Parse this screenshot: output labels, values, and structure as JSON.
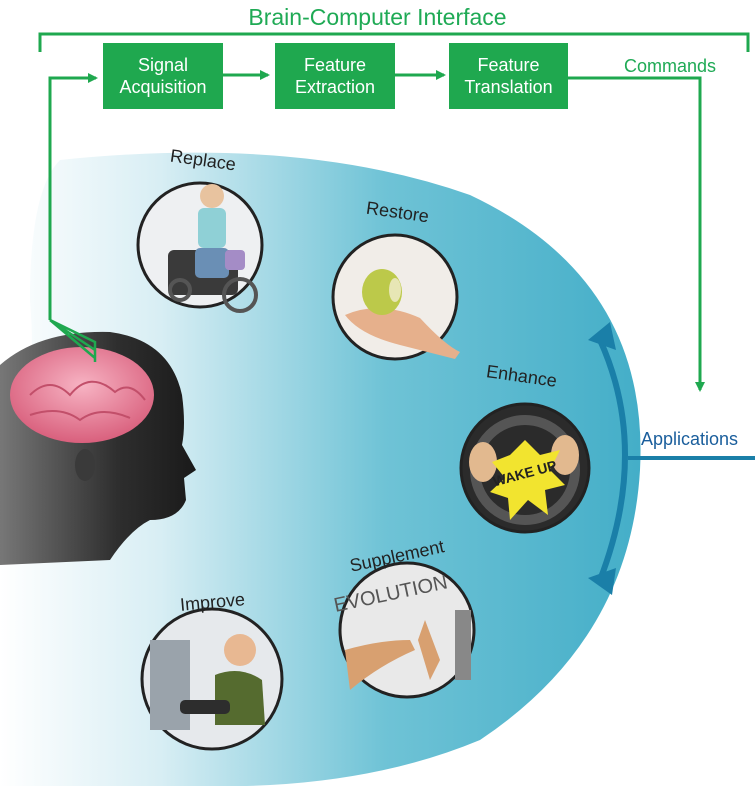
{
  "title": "Brain-Computer Interface",
  "pipeline": {
    "boxes": [
      {
        "line1": "Signal",
        "line2": "Acquisition"
      },
      {
        "line1": "Feature",
        "line2": "Extraction"
      },
      {
        "line1": "Feature",
        "line2": "Translation"
      }
    ],
    "commands_label": "Commands"
  },
  "applications_label": "Applications",
  "applications": [
    "Replace",
    "Restore",
    "Enhance",
    "Supplement",
    "Improve"
  ],
  "overlay_text": {
    "enhance_sign": "WAKE UP",
    "supplement_board": "EVOLUTION"
  },
  "colors": {
    "green": "#1fa84f",
    "blue_arrow": "#1a7fa8",
    "oval": "#4fb6cf",
    "label_blue": "#1a5e9c"
  }
}
